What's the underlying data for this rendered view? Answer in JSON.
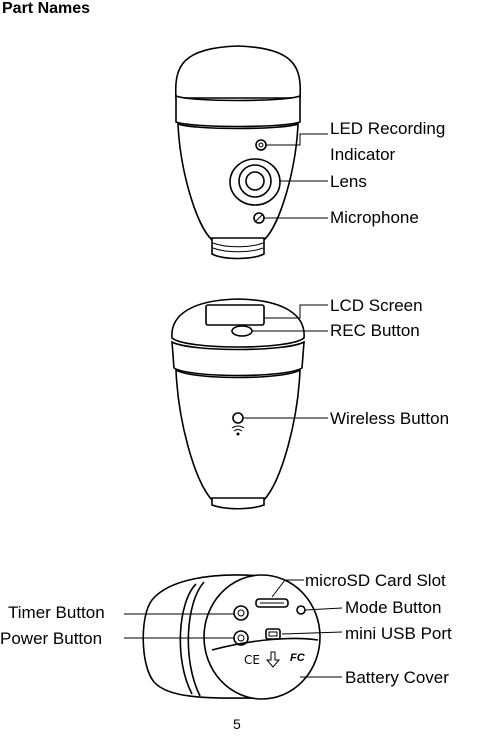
{
  "page": {
    "title": "Part Names",
    "page_number": "5"
  },
  "views": {
    "front": {
      "labels": {
        "led_line1": "LED Recording",
        "led_line2": "Indicator",
        "lens": "Lens",
        "microphone": "Microphone"
      }
    },
    "top": {
      "labels": {
        "lcd": "LCD Screen",
        "rec": "REC Button",
        "wireless": "Wireless Button"
      }
    },
    "bottom": {
      "labels": {
        "microsd": "microSD Card Slot",
        "mode": "Mode Button",
        "timer": "Timer Button",
        "power": "Power Button",
        "usb": "mini USB Port",
        "battery": "Battery Cover"
      },
      "marks": {
        "ce": "CE",
        "fc": "FC"
      }
    }
  }
}
